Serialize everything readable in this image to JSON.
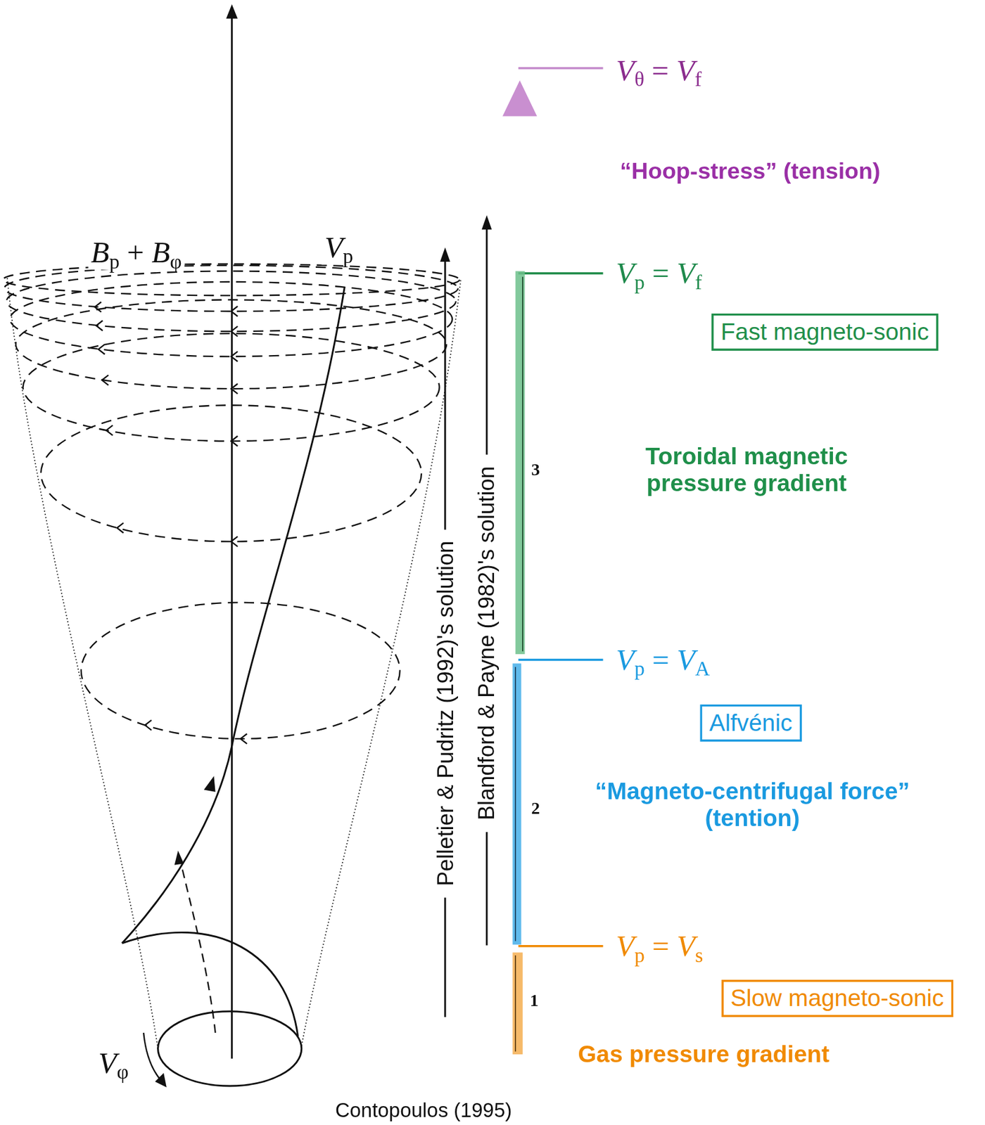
{
  "diagram": {
    "caption": "Contopoulos (1995)",
    "nodes": [
      {
        "text": [
          "Fast magneto-sonic"
        ]
      },
      {
        "text": [
          "Alfvénic"
        ]
      },
      {
        "text": [
          "Slow magneto-sonic"
        ]
      }
    ],
    "labels": [
      "Vθ = Vf",
      "“Hoop-stress” (tension)",
      "Vp = Vf",
      "Toroidal magnetic pressure gradient",
      "Vp = VA",
      "“Magneto-centrifugal force” (tention)",
      "Vp = Vs",
      "Gas pressure gradient",
      "3",
      "2",
      "1",
      "Pelletier & Pudritz (1992)'s solution",
      "Blandford & Payne (1982)'s solution",
      "Bp + Bφ",
      "Vp",
      "Vφ"
    ]
  }
}
